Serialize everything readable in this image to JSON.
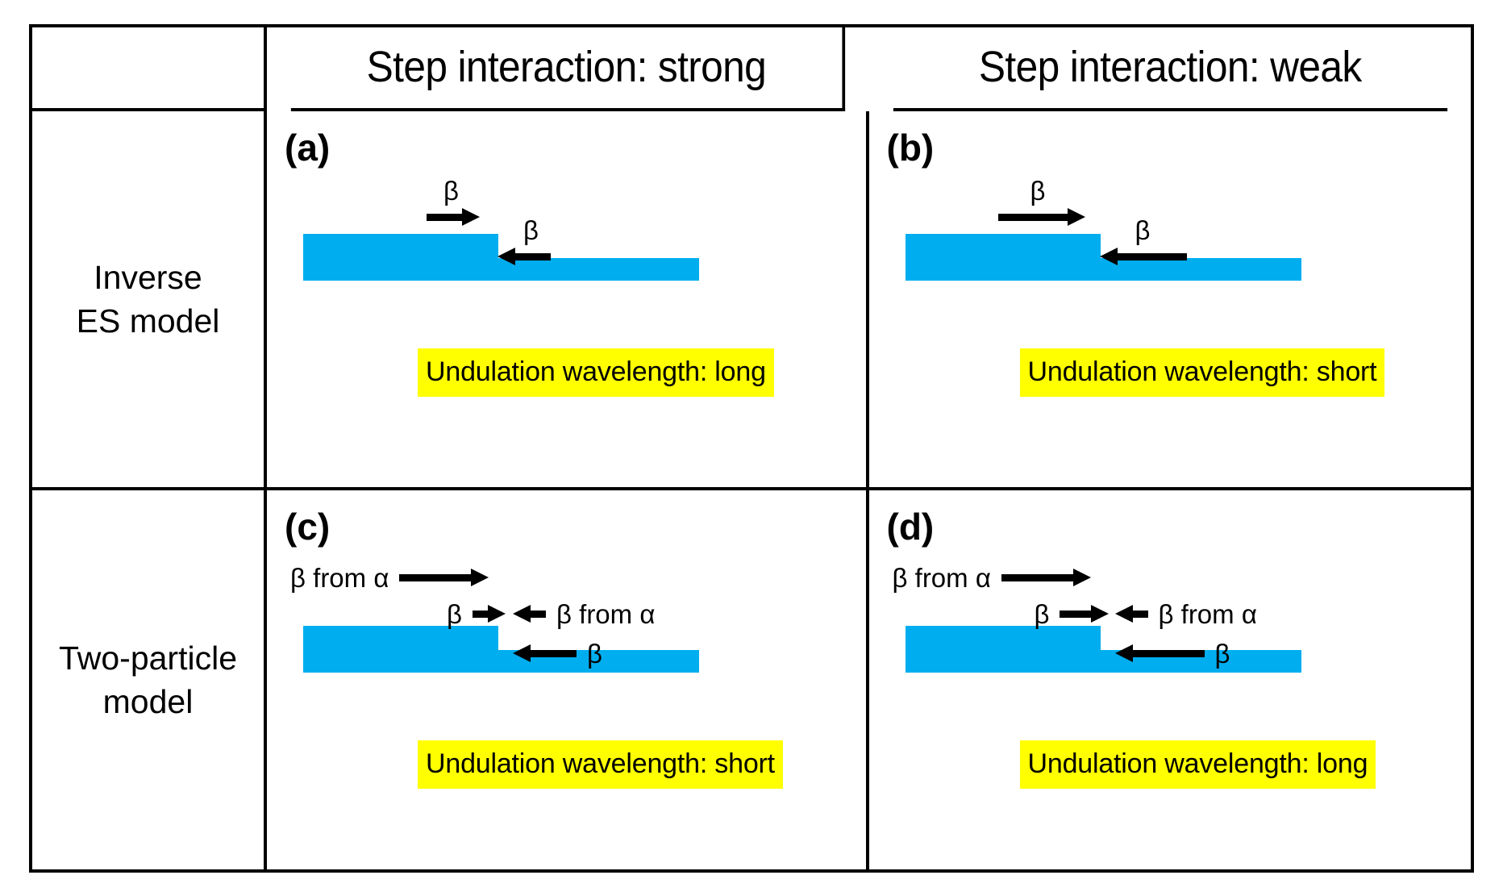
{
  "figure": {
    "colors": {
      "terrace_blue": "#00AEEF",
      "highlight_yellow": "#FFFF00",
      "line_black": "#000000"
    }
  },
  "table": {
    "corner_label": "",
    "column_headers": [
      "Step interaction: strong",
      "Step interaction: weak"
    ],
    "row_headers": [
      "Inverse\nES model",
      "Two-particle\nmodel"
    ],
    "row_headers_lines": {
      "row1_line1": "Inverse",
      "row1_line2": "ES model",
      "row2_line1": "Two-particle",
      "row2_line2": "model"
    }
  },
  "panels": {
    "a": {
      "letter": "(a)",
      "row": "Inverse ES model",
      "column": "Step interaction: strong",
      "arrows": [
        {
          "id": "upper-beta-right",
          "label": "β",
          "label_position": "above",
          "direction": "right",
          "length": "short",
          "terrace": "upper"
        },
        {
          "id": "lower-beta-left",
          "label": "β",
          "label_position": "above",
          "direction": "left",
          "length": "short",
          "terrace": "lower"
        }
      ],
      "highlight": "Undulation wavelength: long"
    },
    "b": {
      "letter": "(b)",
      "row": "Inverse ES model",
      "column": "Step interaction: weak",
      "arrows": [
        {
          "id": "upper-beta-right",
          "label": "β",
          "label_position": "above",
          "direction": "right",
          "length": "long",
          "terrace": "upper"
        },
        {
          "id": "lower-beta-left",
          "label": "β",
          "label_position": "above",
          "direction": "left",
          "length": "long",
          "terrace": "lower"
        }
      ],
      "highlight": "Undulation wavelength: short"
    },
    "c": {
      "letter": "(c)",
      "row": "Two-particle model",
      "column": "Step interaction: strong",
      "arrows": [
        {
          "id": "upper-beta-from-alpha-right",
          "label": "β from α",
          "label_position": "left",
          "direction": "right",
          "length": "long",
          "terrace": "upper"
        },
        {
          "id": "upper-beta-right",
          "label": "β",
          "label_position": "left",
          "direction": "right",
          "length": "short",
          "terrace": "upper"
        },
        {
          "id": "lower-beta-from-alpha-left",
          "label": "β from α",
          "label_position": "right",
          "direction": "left",
          "length": "short",
          "terrace": "lower"
        },
        {
          "id": "lower-beta-left",
          "label": "β",
          "label_position": "right",
          "direction": "left",
          "length": "medium",
          "terrace": "lower"
        }
      ],
      "highlight": "Undulation wavelength: short"
    },
    "d": {
      "letter": "(d)",
      "row": "Two-particle model",
      "column": "Step interaction: weak",
      "arrows": [
        {
          "id": "upper-beta-from-alpha-right",
          "label": "β from α",
          "label_position": "left",
          "direction": "right",
          "length": "long",
          "terrace": "upper"
        },
        {
          "id": "upper-beta-right",
          "label": "β",
          "label_position": "left",
          "direction": "right",
          "length": "medium",
          "terrace": "upper"
        },
        {
          "id": "lower-beta-from-alpha-left",
          "label": "β from α",
          "label_position": "right",
          "direction": "left",
          "length": "short",
          "terrace": "lower"
        },
        {
          "id": "lower-beta-left",
          "label": "β",
          "label_position": "right",
          "direction": "left",
          "length": "long",
          "terrace": "lower"
        }
      ],
      "highlight": "Undulation wavelength: long"
    }
  }
}
